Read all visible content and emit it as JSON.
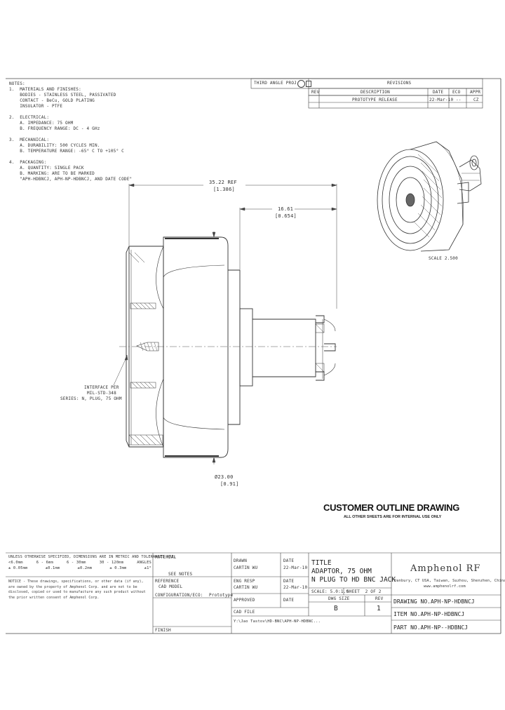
{
  "notes": {
    "heading": "NOTES:",
    "lines": [
      "1.  MATERIALS AND FINISHES:",
      "    BODIES - STAINLESS STEEL, PASSIVATED",
      "    CONTACT - BeCu, GOLD PLATING",
      "    INSULATOR - PTFE",
      "",
      "2.  ELECTRICAL:",
      "    A. IMPEDANCE: 75 OHM",
      "    B. FREQUENCY RANGE: DC - 4 GHz",
      "",
      "3.  MECHANICAL:",
      "    A. DURABILITY: 500 CYCLES MIN.",
      "    B. TEMPERATURE RANGE: -65° C TO +105° C",
      "",
      "4.  PACKAGING:",
      "    A. QUANTITY: SINGLE PACK",
      "    B. MARKING: ARE TO BE MARKED",
      "    \"APH-HDBNCJ, APH-NP-HDBNCJ, AND DATE CODE\""
    ]
  },
  "revisions": {
    "projection": "THIRD ANGLE PROJ.",
    "header": "REVISIONS",
    "columns": [
      "REV",
      "DESCRIPTION",
      "DATE",
      "ECO",
      "APPR"
    ],
    "rows": [
      [
        "",
        "PROTOTYPE RELEASE",
        "22-Mar-10",
        "--",
        "CZ"
      ]
    ]
  },
  "dimensions": {
    "overall_length": "35.22 REF",
    "overall_length_in": "[1.386]",
    "rear_length": "16.61",
    "rear_length_in": "[0.654]",
    "diameter": "Ø23.00",
    "diameter_in": "[0.91]",
    "interface_callout": [
      "INTERFACE PER",
      "MIL-STD-348",
      "SERIES: N, PLUG, 75 OHM"
    ]
  },
  "iso_view": {
    "scale": "SCALE 2.500"
  },
  "banner": {
    "title": "CUSTOMER OUTLINE DRAWING",
    "subtitle": "ALL OTHER SHEETS ARE FOR INTERNAL USE ONLY"
  },
  "title_block": {
    "tolerance_header": "UNLESS OTHERWISE SPECIFIED, DIMENSIONS ARE IN METRIC AND TOLERANCES ARE:",
    "tolerance_rows": [
      [
        "<6.0mm",
        "6 - 6mm",
        "6 - 30mm",
        "30 - 120mm",
        "ANGLES"
      ],
      [
        "± 0.05mm",
        "±0.1mm",
        "±0.2mm",
        "± 0.3mm",
        "±1°"
      ]
    ],
    "notice": "NOTICE - These drawings, specifications, or other data (if any), are owned by the property of Amphenol Corp. and are not to be disclosed, copied or used to manufacture any such product without the prior written consent of Amphenol Corp.",
    "material_label": "MATERIAL",
    "material_value": "SEE NOTES",
    "reference_label": "REFERENCE",
    "reference_value": "CAD MODEL",
    "configuration_label": "CONFIGURATION/ECO:",
    "configuration_value": "Prototype",
    "finish_label": "FINISH",
    "drawn_label": "DRAWN",
    "drawn_name": "CARTIN WU",
    "drawn_date_label": "DATE",
    "drawn_date": "22-Mar-10",
    "eng_label": "ENG RESP",
    "eng_name": "CARTIN WU",
    "eng_date_label": "DATE",
    "eng_date": "22-Mar-10",
    "approved_label": "APPROVED",
    "approved_date_label": "DATE",
    "cad_label": "CAD FILE",
    "cad_value": "Y:\\Jao Tastov\\HD-BNC\\APH-NP-HDBNC...",
    "title_label": "TITLE",
    "title_lines": [
      "ADAPTOR, 75 OHM",
      "N PLUG TO HD BNC JACK"
    ],
    "company": "Amphenol RF",
    "company_sub": "Danbury, CT USA, Taiwan, Suzhou, Shenzhen, China",
    "company_url": "www.amphenolrf.com",
    "scale": "SCALE: 5.0:1.0",
    "sheet": "SHEET  2 OF 2",
    "dwg_size_label": "DWG SIZE",
    "dwg_size": "B",
    "rev_label": "REV",
    "rev": "1",
    "drawing_no": "DRAWING NO.APH-NP-HDBNCJ",
    "item_no": "ITEM NO.APH-NP-HDBNCJ",
    "part_no": "PART NO.APH-NP--HDBNCJ"
  }
}
